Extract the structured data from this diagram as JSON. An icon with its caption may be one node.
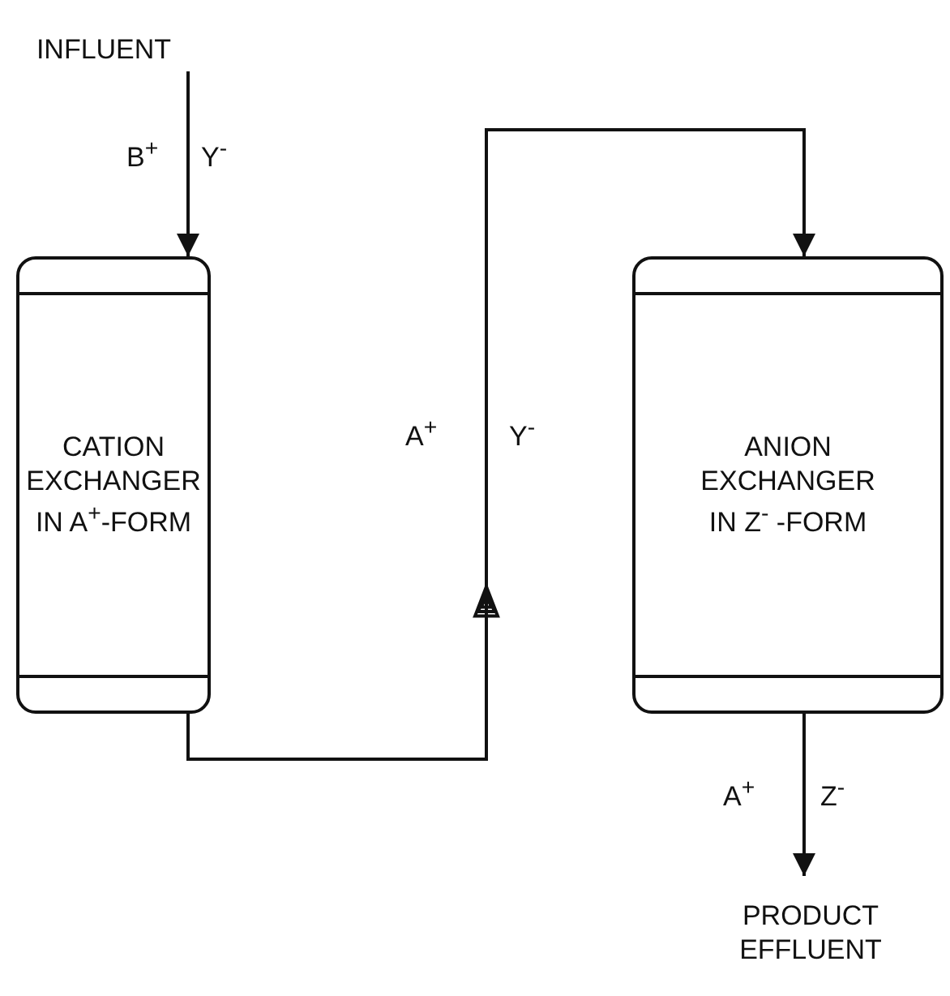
{
  "diagram": {
    "nodes": [
      {
        "text": [
          "INFLUENT"
        ]
      },
      {
        "text": [
          "CATION EXCHANGER IN A$^{+}$-FORM"
        ]
      },
      {
        "text": [
          "ANION EXCHANGER IN Z$^{-}$ -FORM"
        ]
      },
      {
        "text": [
          "PRODUCT EFFLUENT"
        ]
      }
    ],
    "edges": [
      {
        "from": 0,
        "to": 1,
        "arrow": "to"
      },
      {
        "from": 1,
        "to": 2,
        "arrow": "to"
      },
      {
        "from": 2,
        "to": 3,
        "arrow": "to"
      }
    ],
    "labels": [
      "B$^{+}$",
      "Y$^{-}$",
      "A$^{+}$",
      "Y$^{-}$",
      "A$^{+}$",
      "Z$^{-}$"
    ]
  }
}
